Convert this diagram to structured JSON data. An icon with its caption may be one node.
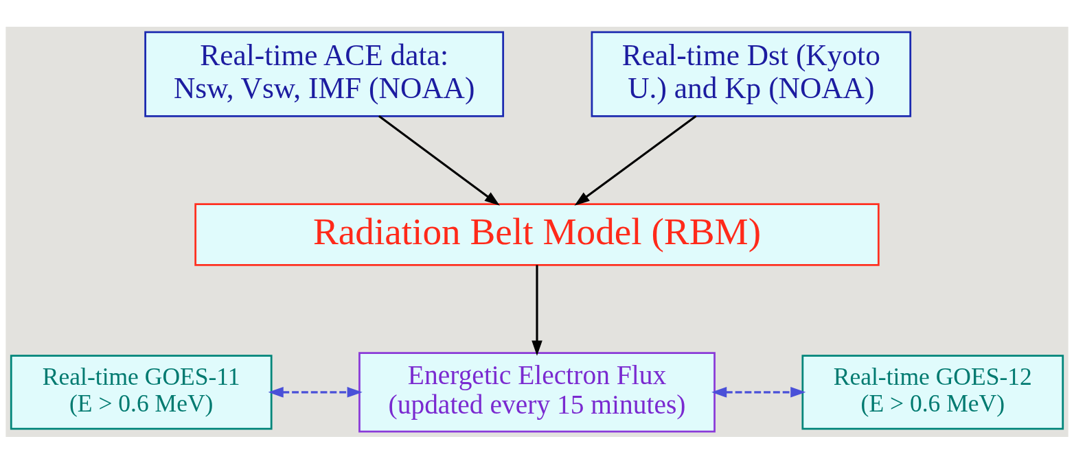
{
  "diagram": {
    "nodes": [
      {
        "text": [
          "Real-time ACE data: Nsw, Vsw, IMF (NOAA)"
        ]
      },
      {
        "text": [
          "Real-time Dst (Kyoto U.) and Kp (NOAA)"
        ]
      },
      {
        "text": [
          "Radiation Belt Model (RBM)"
        ]
      },
      {
        "text": [
          "Real-time GOES-11 (E > 0.6 MeV)"
        ]
      },
      {
        "text": [
          "Energetic Electron Flux (updated every 15 minutes)"
        ]
      },
      {
        "text": [
          "Real-time GOES-12 (E > 0.6 MeV)"
        ]
      }
    ],
    "edges": [
      {
        "from": 0,
        "to": 2,
        "arrow": "to"
      },
      {
        "from": 1,
        "to": 2,
        "arrow": "to"
      },
      {
        "from": 2,
        "to": 4,
        "arrow": "to"
      },
      {
        "from": 3,
        "to": 4,
        "arrow": "both",
        "style": "dashed",
        "color": "#4a50d8"
      },
      {
        "from": 4,
        "to": 5,
        "arrow": "both",
        "style": "dashed",
        "color": "#4a50d8"
      }
    ]
  }
}
